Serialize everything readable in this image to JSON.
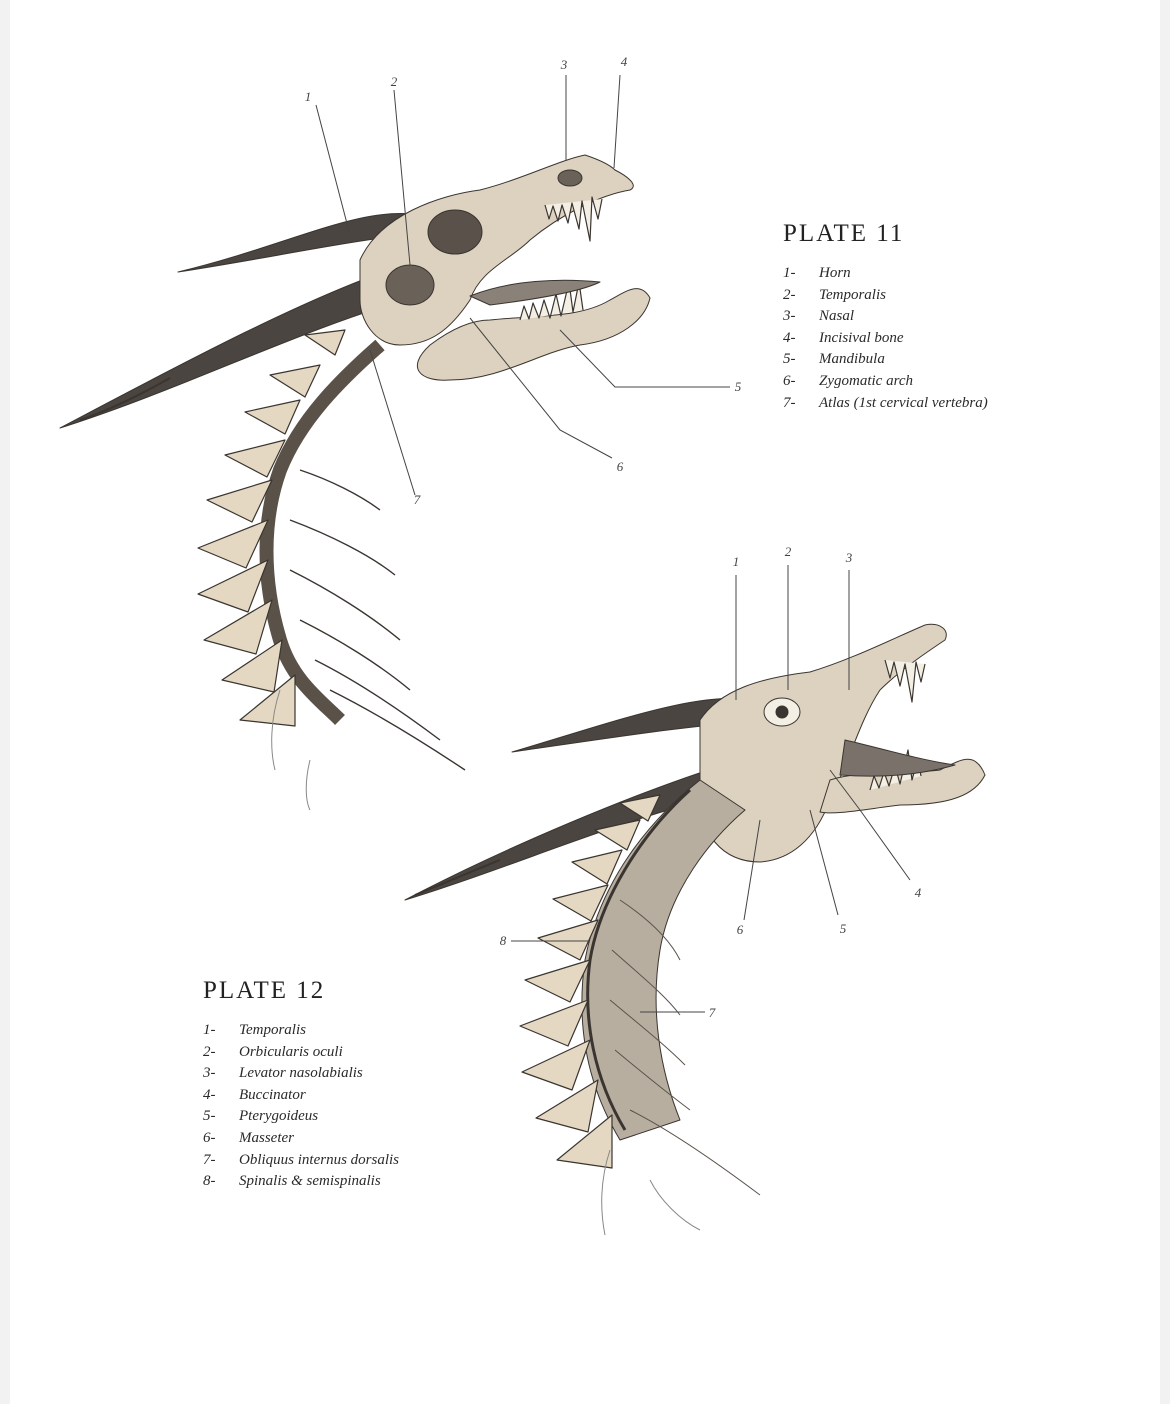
{
  "plate11": {
    "title": "PLATE 11",
    "legend": [
      {
        "num": "1-",
        "label": "Horn"
      },
      {
        "num": "2-",
        "label": "Temporalis"
      },
      {
        "num": "3-",
        "label": "Nasal"
      },
      {
        "num": "4-",
        "label": "Incisival bone"
      },
      {
        "num": "5-",
        "label": "Mandibula"
      },
      {
        "num": "6-",
        "label": "Zygomatic arch"
      },
      {
        "num": "7-",
        "label": "Atlas (1st cervical vertebra)"
      }
    ],
    "callouts": [
      "1",
      "2",
      "3",
      "4",
      "5",
      "6",
      "7"
    ]
  },
  "plate12": {
    "title": "PLATE 12",
    "legend": [
      {
        "num": "1-",
        "label": "Temporalis"
      },
      {
        "num": "2-",
        "label": "Orbicularis oculi"
      },
      {
        "num": "3-",
        "label": "Levator nasolabialis"
      },
      {
        "num": "4-",
        "label": "Buccinator"
      },
      {
        "num": "5-",
        "label": "Pterygoideus"
      },
      {
        "num": "6-",
        "label": "Masseter"
      },
      {
        "num": "7-",
        "label": "Obliquus internus dorsalis"
      },
      {
        "num": "8-",
        "label": "Spinalis & semispinalis"
      }
    ],
    "callouts": [
      "1",
      "2",
      "3",
      "4",
      "5",
      "6",
      "7",
      "8"
    ]
  },
  "colors": {
    "bone": "#e8dcc8",
    "ink": "#3a3530",
    "page": "#ffffff",
    "frame": "#f2f2f2"
  }
}
